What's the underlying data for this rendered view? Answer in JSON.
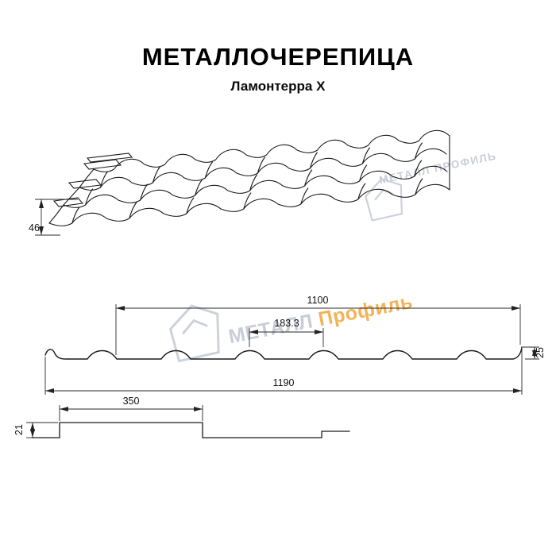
{
  "header": {
    "title": "МЕТАЛЛОЧЕРЕПИЦА",
    "subtitle": "Ламонтерра Х"
  },
  "watermark": {
    "upper_text": "МЕТАЛЛ ПРОФИЛЬ",
    "lower_text_gray": "МЕТАЛЛ",
    "lower_text_orange": "Профиль",
    "orange_color": "#f3a63b",
    "gray_color": "#c9cdd7"
  },
  "drawing": {
    "dim_roof_height": "46",
    "dim_cover_width": "1100",
    "dim_wave_pitch": "183.3",
    "dim_profile_height": "25",
    "dim_full_width": "1190",
    "dim_module_length": "350",
    "dim_step_height": "21"
  }
}
